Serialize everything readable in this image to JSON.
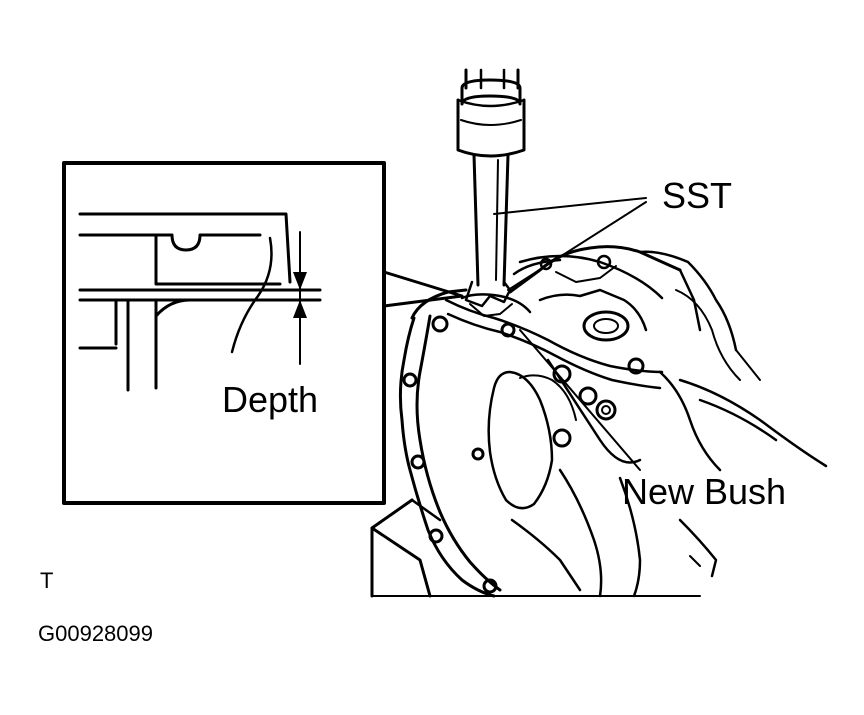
{
  "labels": {
    "sst": "SST",
    "depth": "Depth",
    "new_bush": "New Bush",
    "view_code": "T",
    "figure_id": "G00928099"
  }
}
